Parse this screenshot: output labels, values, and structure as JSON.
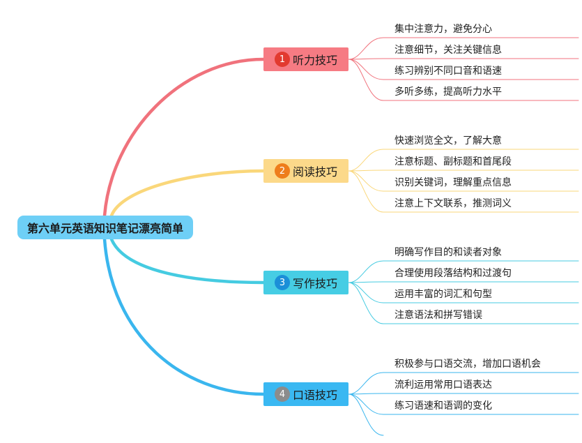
{
  "root": {
    "title": "第六单元英语知识笔记漂亮简单"
  },
  "branches": [
    {
      "number": "1",
      "label": "听力技巧",
      "color": "#f0727c",
      "box_color": "#f67b83",
      "badge_color": "#e23a2f",
      "badge_icon": "number-one-circle",
      "items": [
        "集中注意力，避免分心",
        "注意细节，关注关键信息",
        "练习辨别不同口音和语速",
        "多听多练，提高听力水平"
      ]
    },
    {
      "number": "2",
      "label": "阅读技巧",
      "color": "#fad77a",
      "box_color": "#fcd98a",
      "badge_color": "#ee7d1c",
      "badge_icon": "number-two-circle",
      "items": [
        "快速浏览全文，了解大意",
        "注意标题、副标题和首尾段",
        "识别关键词，理解重点信息",
        "注意上下文联系，推测词义"
      ]
    },
    {
      "number": "3",
      "label": "写作技巧",
      "color": "#45cbe1",
      "box_color": "#46cde4",
      "badge_color": "#1b8fd8",
      "badge_icon": "number-three-circle",
      "items": [
        "明确写作目的和读者对象",
        "合理使用段落结构和过渡句",
        "运用丰富的词汇和句型",
        "注意语法和拼写错误"
      ]
    },
    {
      "number": "4",
      "label": "口语技巧",
      "color": "#3ab6ee",
      "box_color": "#3ab8f2",
      "badge_color": "#8c8c8c",
      "badge_icon": "number-four-circle",
      "items": [
        "积极参与口语交流，增加口语机会",
        "流利运用常用口语表达",
        "练习语速和语调的变化",
        ""
      ]
    }
  ]
}
